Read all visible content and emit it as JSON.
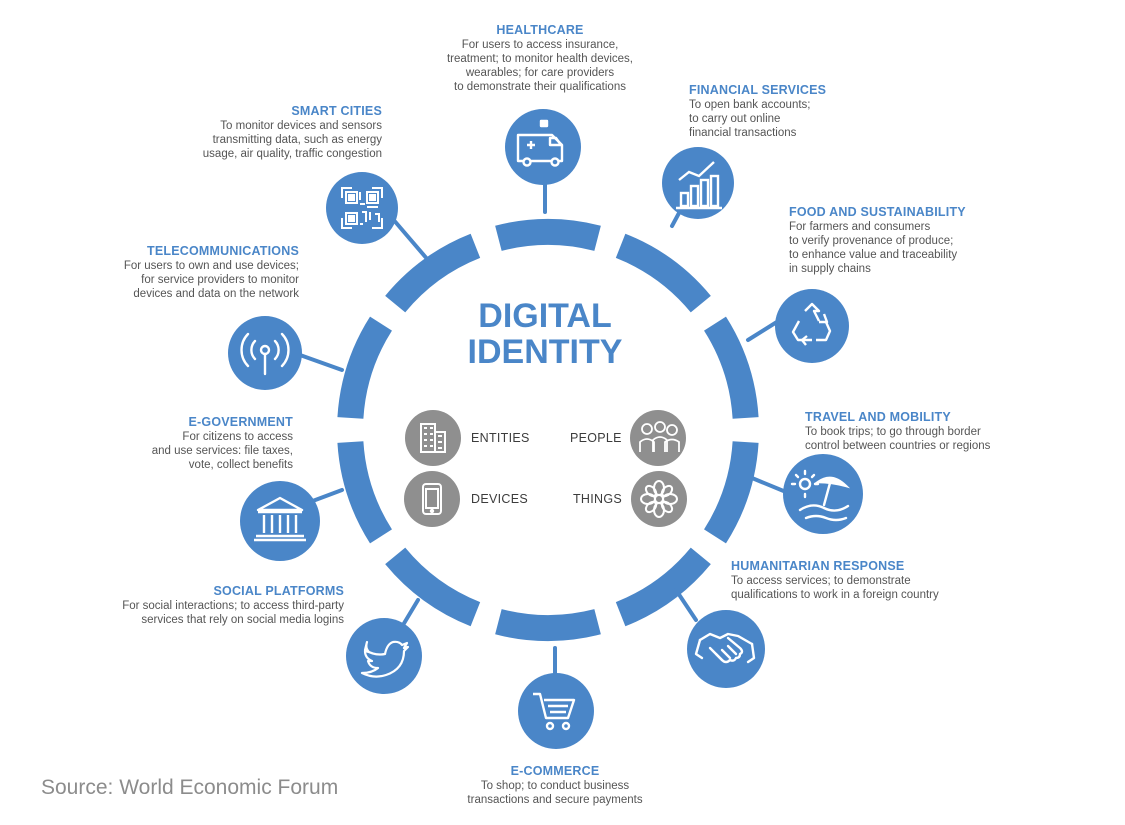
{
  "center": {
    "title_line1": "DIGITAL",
    "title_line2": "IDENTITY",
    "categories": [
      {
        "label": "ENTITIES",
        "icon": "building-icon"
      },
      {
        "label": "PEOPLE",
        "icon": "people-icon"
      },
      {
        "label": "DEVICES",
        "icon": "phone-icon"
      },
      {
        "label": "THINGS",
        "icon": "flower-icon"
      }
    ]
  },
  "sectors": [
    {
      "key": "healthcare",
      "title": "HEALTHCARE",
      "icon": "ambulance-icon",
      "lines": [
        "For users to access insurance,",
        "treatment; to monitor health devices,",
        "wearables; for care providers",
        "to demonstrate their qualifications"
      ]
    },
    {
      "key": "financial",
      "title": "FINANCIAL SERVICES",
      "icon": "bar-chart-icon",
      "lines": [
        "To open bank accounts;",
        "to carry out online",
        "financial transactions"
      ]
    },
    {
      "key": "food",
      "title": "FOOD AND SUSTAINABILITY",
      "icon": "recycle-icon",
      "lines": [
        "For farmers and consumers",
        "to verify provenance of produce;",
        "to enhance value and traceability",
        "in supply chains"
      ]
    },
    {
      "key": "travel",
      "title": "TRAVEL AND MOBILITY",
      "icon": "beach-umbrella-icon",
      "lines": [
        "To book trips; to go through border",
        "control between countries or regions"
      ]
    },
    {
      "key": "humanitarian",
      "title": "HUMANITARIAN RESPONSE",
      "icon": "handshake-icon",
      "lines": [
        "To access services; to demonstrate",
        "qualifications to work in a foreign country"
      ]
    },
    {
      "key": "ecommerce",
      "title": "E-COMMERCE",
      "icon": "shopping-cart-icon",
      "lines": [
        "To shop; to conduct business",
        "transactions and secure payments"
      ]
    },
    {
      "key": "social",
      "title": "SOCIAL PLATFORMS",
      "icon": "bird-icon",
      "lines": [
        "For social interactions; to access third-party",
        "services that rely on social media logins"
      ]
    },
    {
      "key": "egov",
      "title": "E-GOVERNMENT",
      "icon": "government-building-icon",
      "lines": [
        "For citizens to access",
        "and use services: file taxes,",
        "vote, collect benefits"
      ]
    },
    {
      "key": "telecom",
      "title": "TELECOMMUNICATIONS",
      "icon": "antenna-icon",
      "lines": [
        "For users to own and use devices;",
        "for  service providers to monitor",
        "devices and data on the network"
      ]
    },
    {
      "key": "smartcities",
      "title": "SMART CITIES",
      "icon": "qr-code-icon",
      "lines": [
        "To monitor devices and sensors",
        "transmitting data, such as energy",
        "usage, air quality, traffic congestion"
      ]
    }
  ],
  "source": "Source: World Economic Forum",
  "colors": {
    "accent": "#4a86c8",
    "grey_icon": "#8f8f8f",
    "text": "#555555"
  }
}
